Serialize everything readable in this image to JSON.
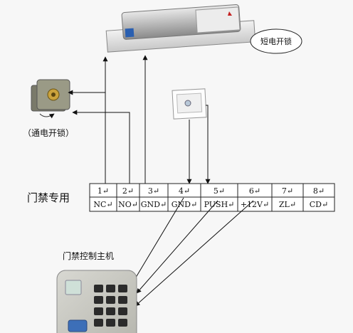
{
  "labels": {
    "short_lock": "短电开锁",
    "through_lock": "（通电开锁）",
    "door_access": "门禁专用",
    "controller": "门禁控制主机"
  },
  "terminals": [
    {
      "num": "1",
      "name": "NC"
    },
    {
      "num": "2",
      "name": "NO"
    },
    {
      "num": "3",
      "name": "GND"
    },
    {
      "num": "4",
      "name": "GND"
    },
    {
      "num": "5",
      "name": "PUSH"
    },
    {
      "num": "6",
      "name": "+12V"
    },
    {
      "num": "7",
      "name": "ZL"
    },
    {
      "num": "8",
      "name": "CD"
    }
  ],
  "cell_mark": "↵"
}
